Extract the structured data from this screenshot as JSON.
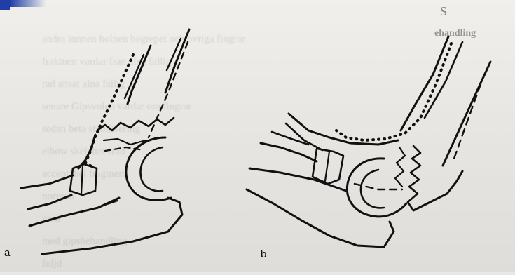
{
  "page": {
    "heading_fragment": "S",
    "subheading_fragment": "ehandling",
    "background_text": "andra innnen bolnen begrepet och ovriga fingrar\nfraktuen vardar fran alna fallig\nrad ansat alna fallig\nsenare Gipsvolen vardar om fingrar\nsedan beta stabilisering\nelbow skelettet fran\nacceptabel fragment\nnormalt\nmed\nmed gipsbehandling\nfoljd"
  },
  "figure": {
    "panels": [
      {
        "id": "a",
        "label": "a"
      },
      {
        "id": "b",
        "label": "b"
      }
    ]
  },
  "colors": {
    "ink": "#111111",
    "paper": "#ece9e5",
    "corner_accent": "#1f3ea8"
  }
}
